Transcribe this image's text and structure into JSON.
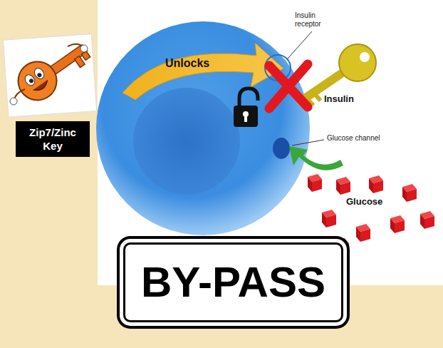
{
  "diagram": {
    "nodes": [
      {
        "text": [
          "Zip7/Zinc Key"
        ]
      },
      {
        "text": [
          "BY-PASS"
        ]
      }
    ],
    "labels": [
      "Unlocks",
      "Insulin receptor",
      "Insulin",
      "Glucose channel",
      "Glucose"
    ]
  }
}
